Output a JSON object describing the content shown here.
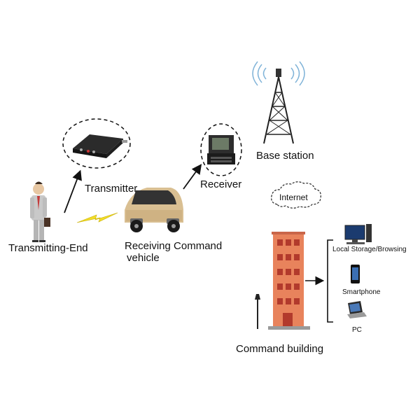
{
  "labels": {
    "transmitter": "Transmitter",
    "receiver": "Receiver",
    "base_station": "Base station",
    "internet": "Internet",
    "transmitting_end": "Transmitting-End",
    "vehicle_line1": "Receiving Command",
    "vehicle_line2": "vehicle",
    "command_building": "Command  building",
    "local_storage": "Local Storage/Browsing",
    "smartphone": "Smartphone",
    "pc": "PC"
  },
  "colors": {
    "line": "#111111",
    "lightning": "#f2dd2a",
    "building": "#e8835c",
    "building_window": "#b23a2c",
    "car_body": "#d9bf92",
    "signal_wave": "#7fb3d8",
    "cloud": "#ffffff"
  },
  "icons": [
    "businessman-icon",
    "transmitter-device-icon",
    "receiver-case-icon",
    "cell-tower-icon",
    "car-icon",
    "internet-cloud-icon",
    "building-icon",
    "desktop-computer-icon",
    "smartphone-icon",
    "laptop-icon",
    "street-lamp-icon",
    "lightning-icon"
  ]
}
